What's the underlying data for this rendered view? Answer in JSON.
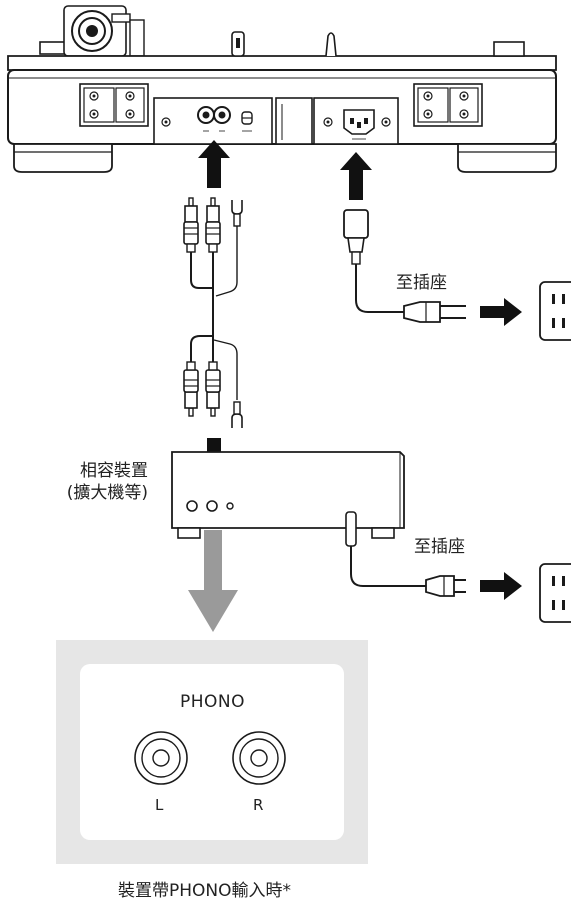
{
  "labels": {
    "outlet_top": "至插座",
    "outlet_bottom": "至插座",
    "amp_line1": "相容裝置",
    "amp_line2": "(擴大機等)",
    "phono_title": "PHONO",
    "channel_left": "L",
    "channel_right": "R",
    "caption": "裝置帶PHONO輸入時*"
  },
  "colors": {
    "line": "#1a1a1a",
    "arrow": "#111111",
    "gray_arrow": "#9a9a9a",
    "inset_bg": "#e6e6e6"
  },
  "icons": [
    "turntable-rear-panel",
    "rca-cable-with-ground",
    "ac-power-cord",
    "wall-outlet",
    "amplifier",
    "phono-jack"
  ]
}
